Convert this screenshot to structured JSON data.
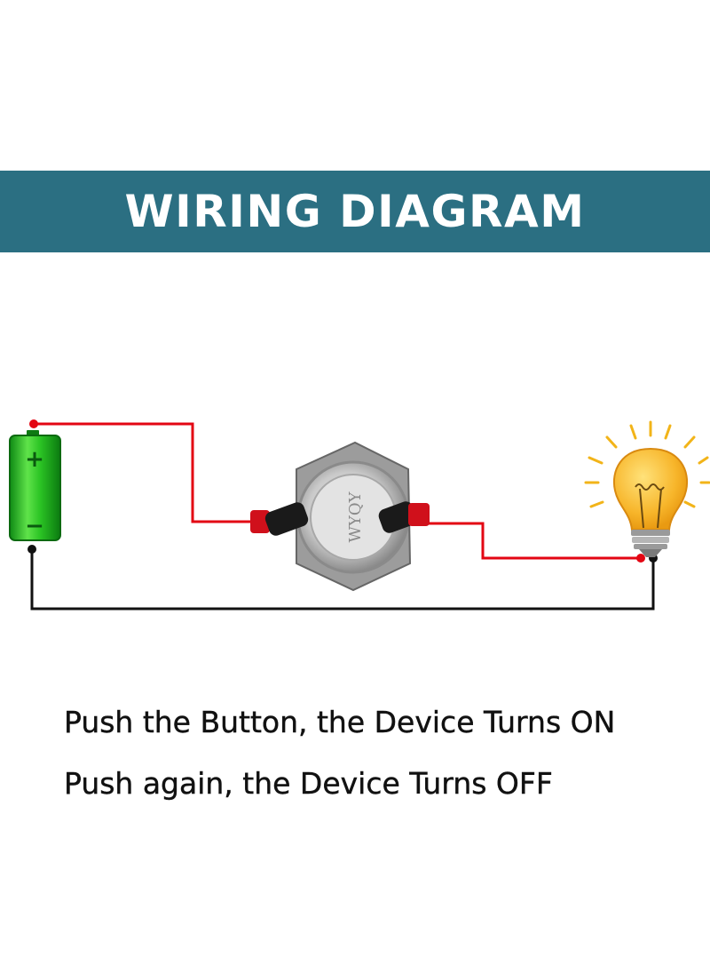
{
  "banner": {
    "title": "WIRING DIAGRAM",
    "color": "#2b6f82"
  },
  "diagram": {
    "battery": {
      "plus_label": "+",
      "minus_label": "−",
      "color": "#22c21e"
    },
    "switch": {
      "icon": "push-button-switch-icon",
      "markings": "WYQY"
    },
    "lamp": {
      "icon": "light-bulb-icon",
      "color": "#f5b31f"
    },
    "wire_colors": {
      "positive": "#e30613",
      "negative": "#111111"
    }
  },
  "captions": {
    "line1": "Push the Button, the Device Turns ON",
    "line2": "Push again, the Device Turns OFF"
  }
}
